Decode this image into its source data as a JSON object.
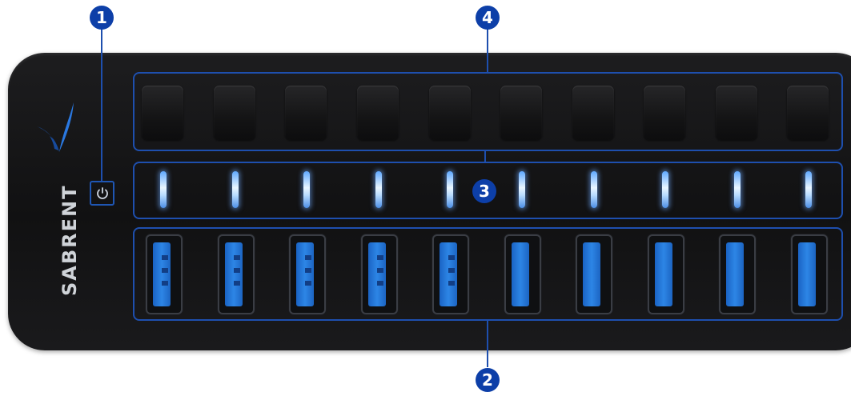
{
  "device": {
    "brand": "SABRENT",
    "port_count": 10
  },
  "callouts": {
    "power_button": "1",
    "usb_ports": "2",
    "port_leds": "3",
    "power_switches": "4"
  },
  "colors": {
    "hub_body": "#141415",
    "outline_blue": "#1e4fae",
    "callout_blue": "#0d3fa8",
    "led_glow": "#b9dcff",
    "usb3_blue": "#2d86e6"
  },
  "icons": {
    "power": "power-icon",
    "logo": "sabrent-logo-icon"
  }
}
